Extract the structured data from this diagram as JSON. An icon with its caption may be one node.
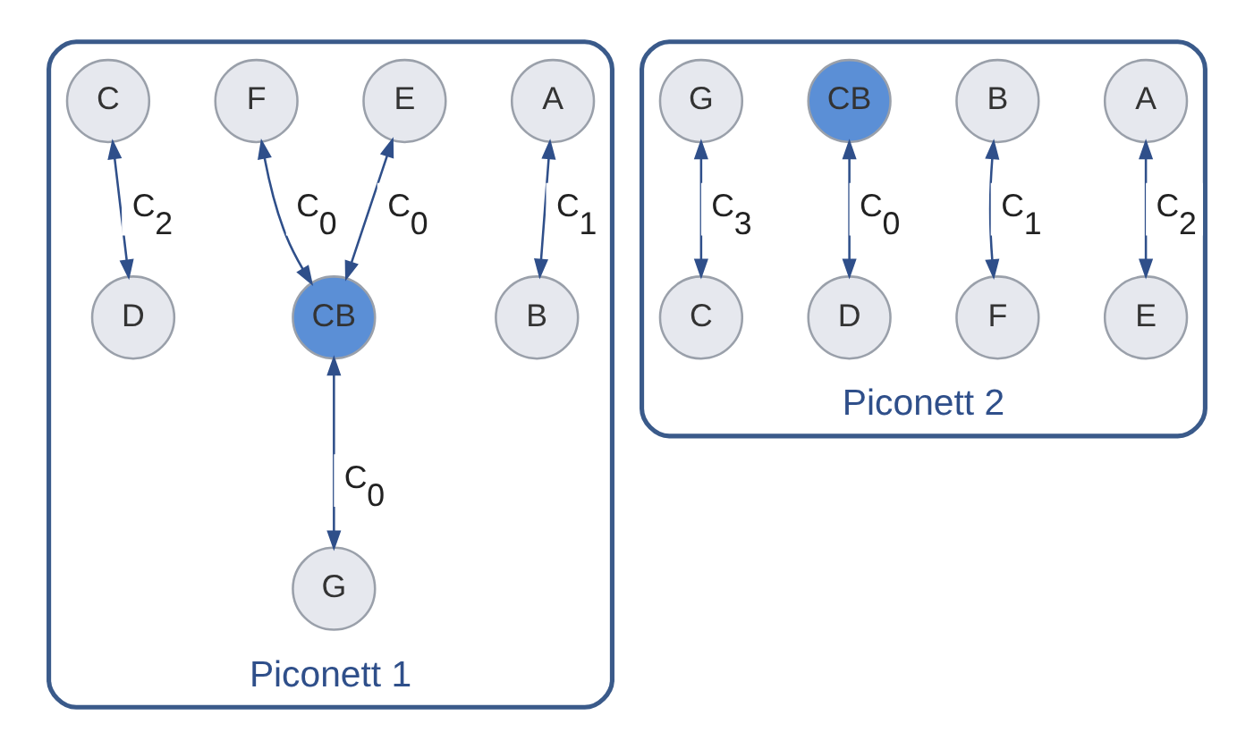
{
  "diagram": {
    "nodes": [
      {
        "text": [
          "Piconett 1"
        ]
      },
      {
        "text": [
          "A"
        ],
        "in": 0
      },
      {
        "text": [
          "E"
        ],
        "in": 0
      },
      {
        "text": [
          "B"
        ],
        "in": 0
      },
      {
        "text": [
          "F"
        ],
        "in": 0
      },
      {
        "text": [
          "CB"
        ],
        "in": 0
      },
      {
        "text": [
          "G"
        ],
        "in": 0
      },
      {
        "text": [
          "C"
        ],
        "in": 0
      },
      {
        "text": [
          "D"
        ],
        "in": 0
      },
      {
        "text": [
          "Piconett 2"
        ]
      },
      {
        "text": [
          "A"
        ],
        "in": 9
      },
      {
        "text": [
          "B"
        ],
        "in": 9
      },
      {
        "text": [
          "F"
        ],
        "in": 9
      },
      {
        "text": [
          "E"
        ],
        "in": 9
      },
      {
        "text": [
          "CB"
        ],
        "in": 9
      },
      {
        "text": [
          "D"
        ],
        "in": 9
      },
      {
        "text": [
          "G"
        ],
        "in": 9
      },
      {
        "text": [
          "C"
        ],
        "in": 9
      }
    ],
    "edges": [
      {
        "from": 2,
        "to": 5,
        "arrow": "both",
        "label": "C$_{0}$"
      },
      {
        "from": 1,
        "to": 3,
        "arrow": "both",
        "label": "C$_{1}$"
      },
      {
        "from": 4,
        "to": 5,
        "arrow": "both",
        "label": "C$_{0}$"
      },
      {
        "from": 5,
        "to": 6,
        "arrow": "both",
        "label": "C$_{0}$"
      },
      {
        "from": 7,
        "to": 8,
        "arrow": "both",
        "label": "C$_{2}$"
      },
      {
        "from": 11,
        "to": 12,
        "arrow": "both",
        "label": "C$_{1}$"
      },
      {
        "from": 10,
        "to": 13,
        "arrow": "both",
        "label": "C$_{2}$"
      },
      {
        "from": 14,
        "to": 15,
        "arrow": "both",
        "label": "C$_{0}$"
      },
      {
        "from": 16,
        "to": 17,
        "arrow": "both",
        "label": "C$_{3}$"
      }
    ]
  }
}
